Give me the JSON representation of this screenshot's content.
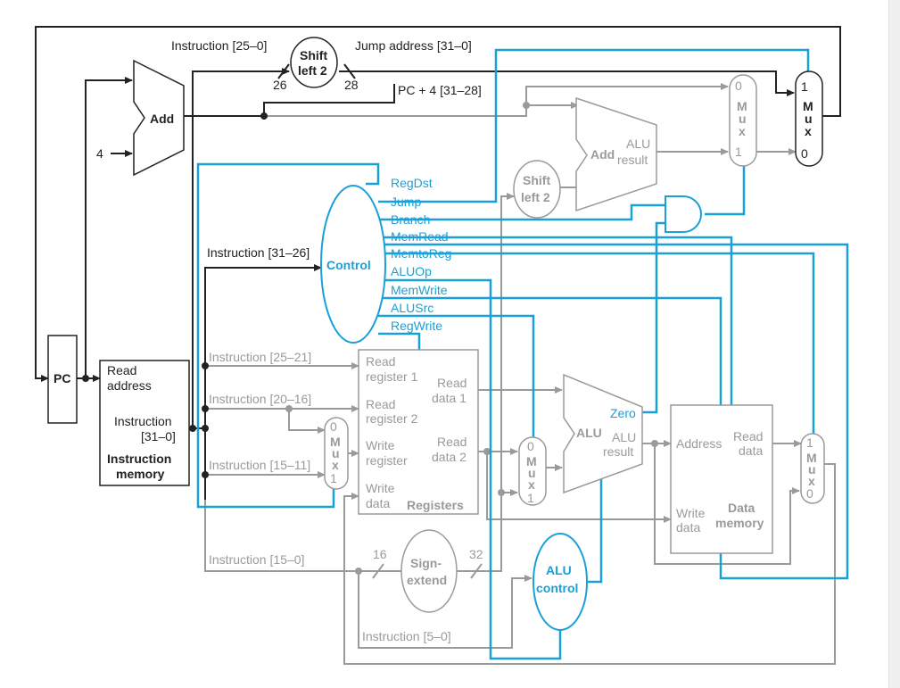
{
  "diagram": {
    "colors": {
      "black": "#222222",
      "gray": "#9a9a9a",
      "cyan": "#1aa0d8"
    },
    "labels": {
      "instr_25_0": "Instruction [25–0]",
      "shift_top": "Shift",
      "shift_bottom": "left 2",
      "n26": "26",
      "n28": "28",
      "jump_address": "Jump address [31–0]",
      "pc4": "PC + 4 [31–28]",
      "add": "Add",
      "four": "4",
      "pc": "PC",
      "read_address_1": "Read",
      "read_address_2": "address",
      "instruction": "Instruction",
      "instr_bits": "[31–0]",
      "imem_1": "Instruction",
      "imem_2": "memory",
      "instr_31_26": "Instruction [31–26]",
      "control": "Control",
      "regdst": "RegDst",
      "jump": "Jump",
      "branch": "Branch",
      "memread": "MemRead",
      "memtoreg": "MemtoReg",
      "aluop": "ALUOp",
      "memwrite": "MemWrite",
      "alusrc": "ALUSrc",
      "regwrite": "RegWrite",
      "instr_25_21": "Instruction [25–21]",
      "instr_20_16": "Instruction [20–16]",
      "instr_15_11": "Instruction [15–11]",
      "instr_15_0": "Instruction [15–0]",
      "instr_5_0": "Instruction [5–0]",
      "read_register_1a": "Read",
      "read_register_1b": "register 1",
      "read_register_2a": "Read",
      "read_register_2b": "register 2",
      "write_register_a": "Write",
      "write_register_b": "register",
      "write_data_a": "Write",
      "write_data_b": "data",
      "registers": "Registers",
      "read_data_1a": "Read",
      "read_data_1b": "data 1",
      "read_data_2a": "Read",
      "read_data_2b": "data 2",
      "sign_1": "Sign-",
      "sign_2": "extend",
      "n16": "16",
      "n32": "32",
      "alu": "ALU",
      "zero": "Zero",
      "alu_result_1": "ALU",
      "alu_result_2": "result",
      "alu_control_1": "ALU",
      "alu_control_2": "control",
      "address": "Address",
      "read_data_a": "Read",
      "read_data_b": "data",
      "write_data2_a": "Write",
      "write_data2_b": "data",
      "data_memory_1": "Data",
      "data_memory_2": "memory",
      "add2": "Add",
      "add2_alu": "ALU",
      "add2_result": "result",
      "mux_m": "M",
      "mux_u": "u",
      "mux_x": "x",
      "zero_digit": "0",
      "one_digit": "1"
    }
  }
}
